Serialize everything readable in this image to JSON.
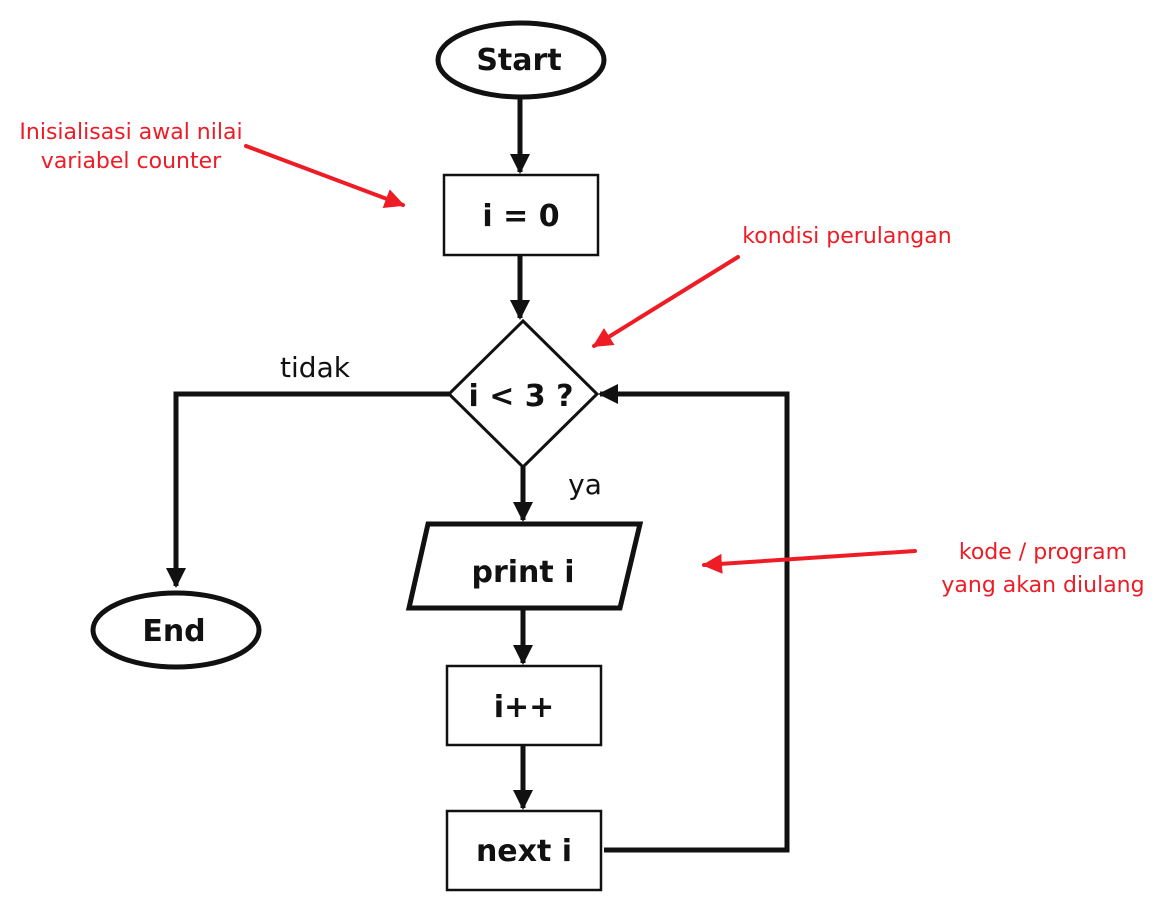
{
  "nodes": {
    "start": "Start",
    "init": "i = 0",
    "condition": "i < 3 ?",
    "print": "print i",
    "increment": "i++",
    "next": "next i",
    "end": "End"
  },
  "edge_labels": {
    "no": "tidak",
    "yes": "ya"
  },
  "annotations": {
    "init_note": [
      "Inisialisasi awal nilai",
      "variabel counter"
    ],
    "condition_note": "kondisi perulangan",
    "body_note": [
      "kode / program",
      "yang akan diulang"
    ]
  },
  "colors": {
    "ink": "#111111",
    "annotation": "#ee1c25",
    "background": "#ffffff"
  }
}
